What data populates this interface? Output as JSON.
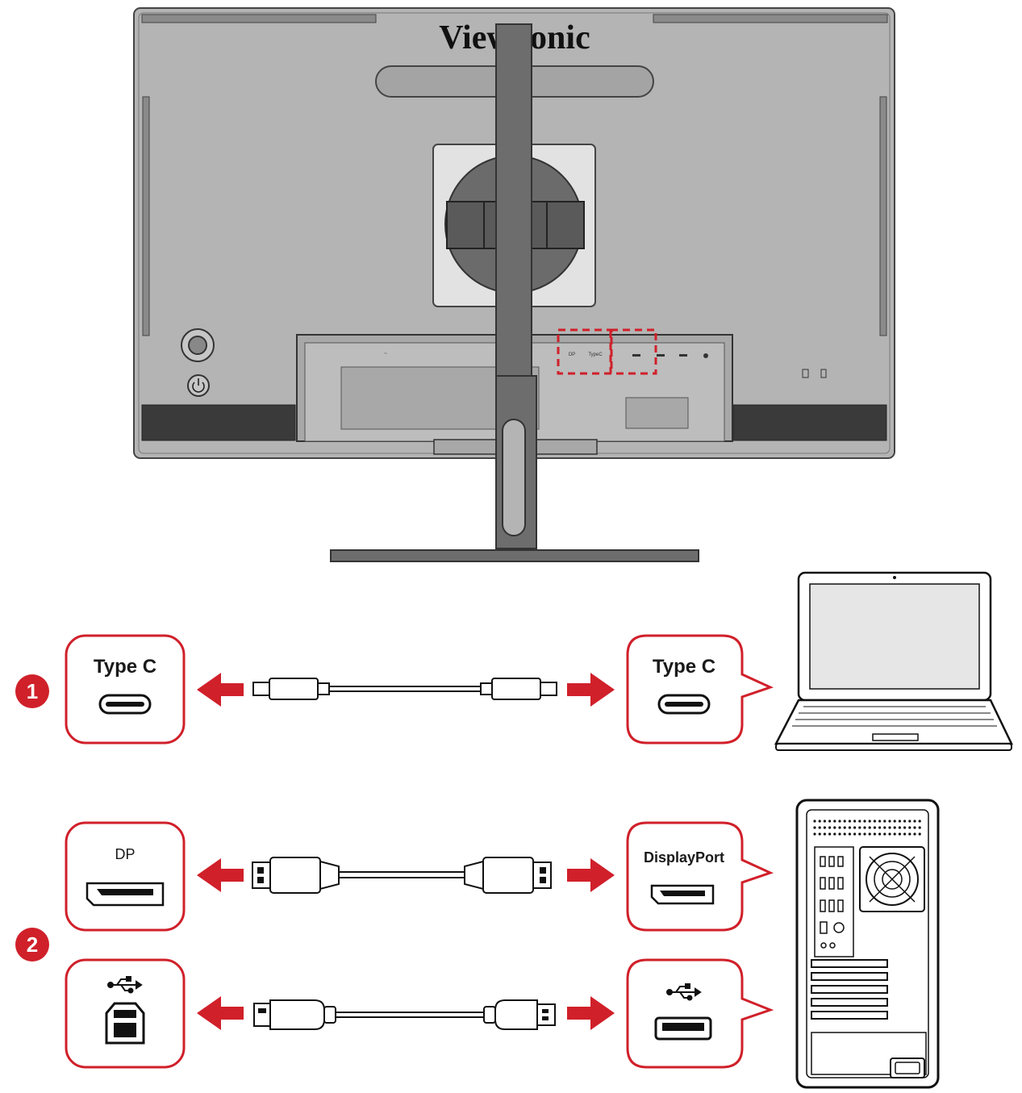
{
  "monitor": {
    "brand": "ViewSonic",
    "port_labels": [
      "DP",
      "TypeC"
    ]
  },
  "steps": [
    {
      "number": "1",
      "connections": [
        {
          "monitor_port": "Type C",
          "device_port": "Type C",
          "cable": "usb-c-cable",
          "device": "laptop"
        }
      ]
    },
    {
      "number": "2",
      "connections": [
        {
          "monitor_port": "DP",
          "device_port": "DisplayPort",
          "cable": "displayport-cable",
          "device": "desktop-pc"
        },
        {
          "monitor_port_icon": "usb-icon",
          "device_port_icon": "usb-icon",
          "cable": "usb-cable",
          "device": "desktop-pc"
        }
      ]
    }
  ],
  "colors": {
    "accent_red": "#d0202a",
    "highlight_red": "#d0202a",
    "monitor_body": "#b4b4b4",
    "stand": "#6d6d6d",
    "vesa_plate": "#e2e2e2"
  },
  "icons": [
    "power-icon",
    "usb-icon",
    "arrow-left-icon",
    "arrow-right-icon",
    "laptop-icon",
    "desktop-pc-icon"
  ]
}
